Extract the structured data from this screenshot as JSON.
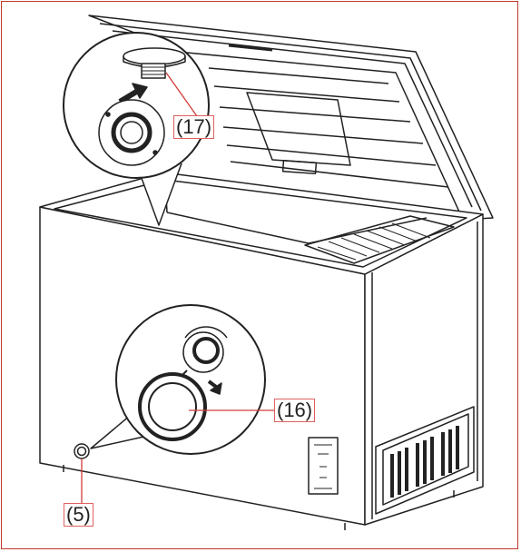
{
  "callouts": {
    "part_17": "(17)",
    "part_16": "(16)",
    "part_5": "(5)"
  },
  "colors": {
    "outline": "#222222",
    "leader_line": "#d23a3a",
    "label_box_border": "#e06060",
    "frame_border": "#c0392b"
  },
  "icons": {
    "drain_plug_cap": "drain-plug-cap-icon",
    "drain_outlet": "drain-outlet-icon",
    "insert_arrow": "arrow-up-icon",
    "remove_arrow": "arrow-down-right-icon"
  }
}
